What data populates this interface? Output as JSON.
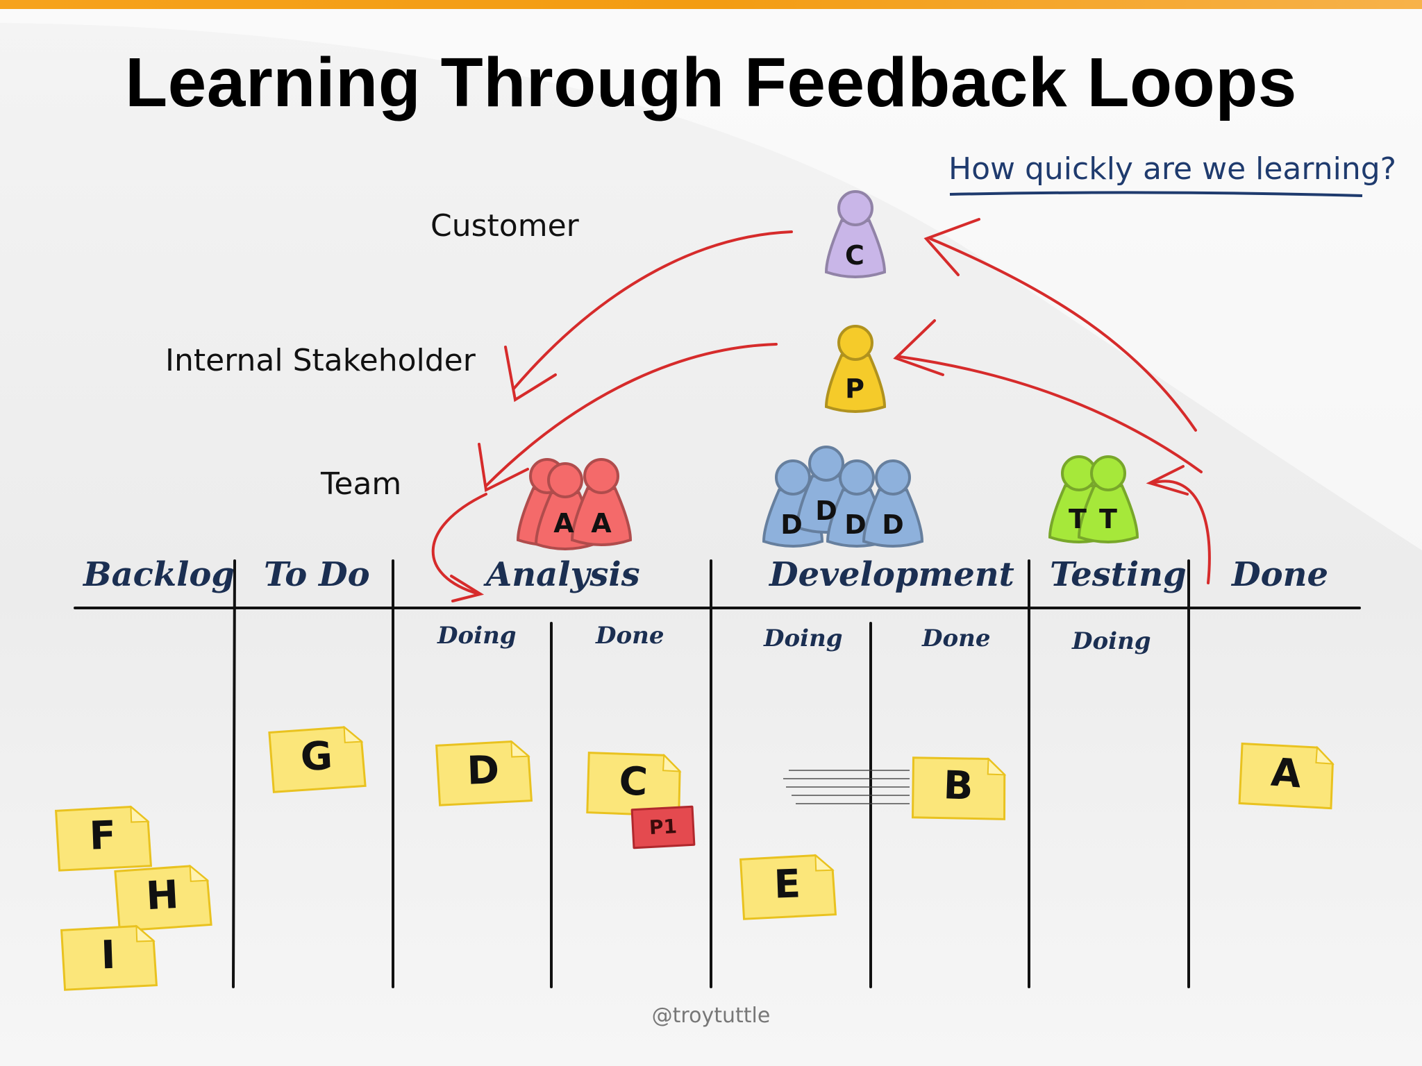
{
  "title": "Learning Through Feedback Loops",
  "question": "How quickly are we learning?",
  "roles": {
    "customer": "Customer",
    "stakeholder": "Internal Stakeholder",
    "team": "Team"
  },
  "tokens": {
    "customer": "C",
    "stakeholder": "P",
    "analysis": [
      "A",
      "A"
    ],
    "development": [
      "D",
      "D",
      "D",
      "D"
    ],
    "testing": [
      "T",
      "T"
    ]
  },
  "columns": [
    "Backlog",
    "To Do",
    "Analysis",
    "Development",
    "Testing",
    "Done"
  ],
  "subcolumns": {
    "analysis": [
      "Doing",
      "Done"
    ],
    "development": [
      "Doing",
      "Done"
    ],
    "testing": [
      "Doing"
    ]
  },
  "cards": {
    "backlog": [
      "F",
      "H",
      "I"
    ],
    "todo": [
      "G"
    ],
    "analysis_doing": [
      "D"
    ],
    "analysis_done": [
      "C"
    ],
    "development_doing": [
      "E"
    ],
    "development_done": [
      "B"
    ],
    "done": [
      "A"
    ]
  },
  "tag": "P1",
  "credit": "@troytuttle",
  "colors": {
    "accent_bar": "#f39c12",
    "arrow": "#d62b2b",
    "customer_token": "#c9b6e8",
    "stakeholder_token": "#f5cb2a",
    "analysis_token": "#f46a6a",
    "development_token": "#8eb1dc",
    "testing_token": "#a6e83a",
    "sticky_note": "#fbe67a",
    "heading_ink": "#1b2f52"
  }
}
